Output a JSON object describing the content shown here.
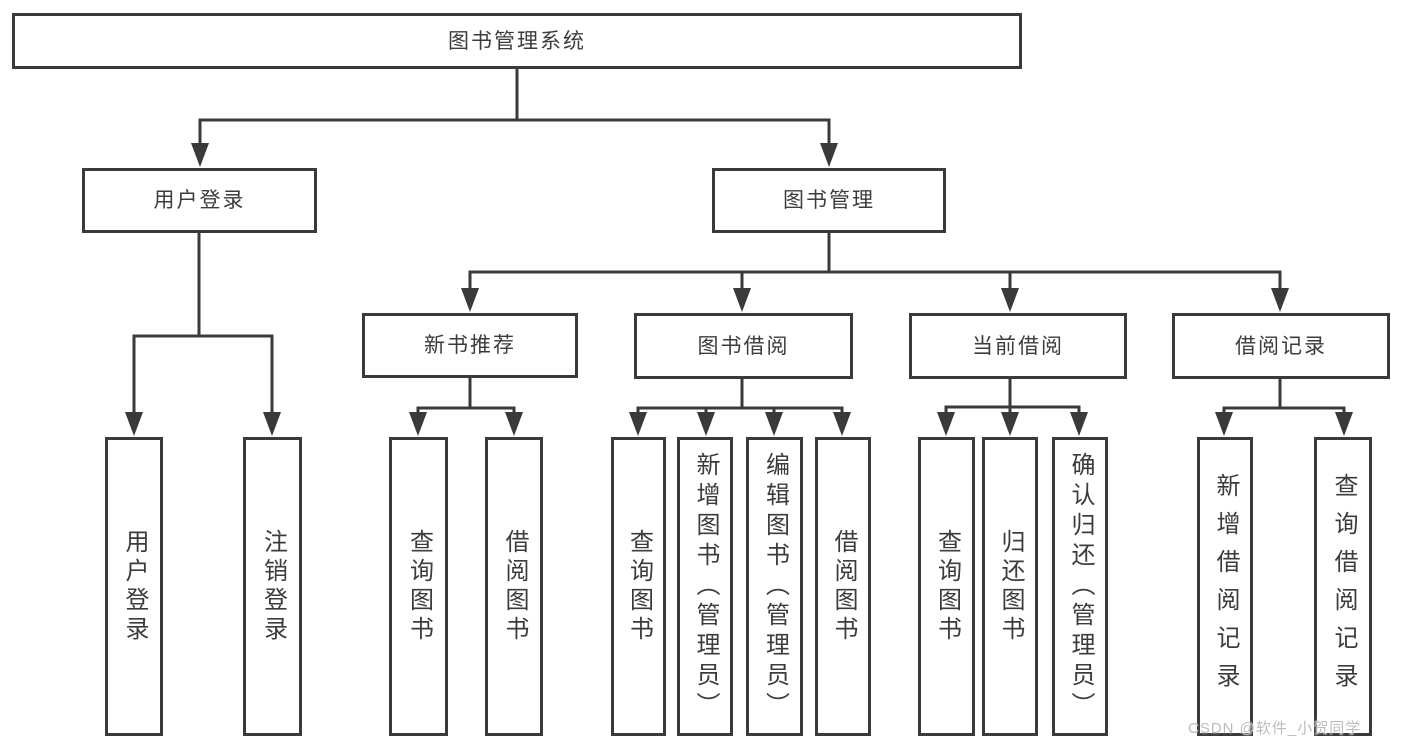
{
  "diagram": {
    "type": "tree",
    "colors": {
      "line": "#3a3a3a",
      "box_border": "#3a3a3a",
      "box_fill": "#ffffff",
      "text": "#3c3c3c",
      "watermark": "#bcbcbc",
      "background": "#ffffff"
    },
    "tree": {
      "label": "图书管理系统",
      "children": [
        {
          "label": "用户登录",
          "children": [
            {
              "label": "用户登录"
            },
            {
              "label": "注销登录"
            }
          ]
        },
        {
          "label": "图书管理",
          "children": [
            {
              "label": "新书推荐",
              "children": [
                {
                  "label": "查询图书"
                },
                {
                  "label": "借阅图书"
                }
              ]
            },
            {
              "label": "图书借阅",
              "children": [
                {
                  "label": "查询图书"
                },
                {
                  "label": "新增图书（管理员）"
                },
                {
                  "label": "编辑图书（管理员）"
                },
                {
                  "label": "借阅图书"
                }
              ]
            },
            {
              "label": "当前借阅",
              "children": [
                {
                  "label": "查询图书"
                },
                {
                  "label": "归还图书"
                },
                {
                  "label": "确认归还（管理员）"
                }
              ]
            },
            {
              "label": "借阅记录",
              "children": [
                {
                  "label": "新增借阅记录"
                },
                {
                  "label": "查询借阅记录"
                }
              ]
            }
          ]
        }
      ]
    },
    "watermark": {
      "text": "CSDN @软件_小贺同学"
    }
  }
}
